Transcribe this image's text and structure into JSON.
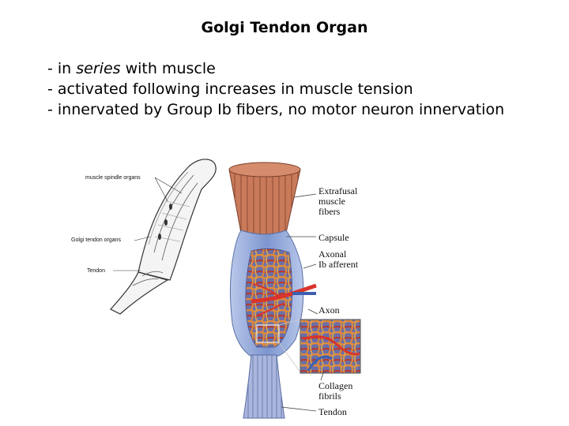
{
  "slide": {
    "title": "Golgi Tendon Organ",
    "bullet1": {
      "prefix": "- in ",
      "italic": "series",
      "suffix": " with muscle"
    },
    "bullet2": "- activated following increases in muscle tension",
    "bullet3": "- innervated by Group Ib fibers, no motor neuron innervation"
  },
  "left_figure": {
    "muscle_spindle": "muscle spindle organs",
    "golgi_tendon": "Golgi tendon organs",
    "tendon": "Tendon"
  },
  "right_figure": {
    "extrafusal": [
      "Extrafusal",
      "muscle",
      "fibers"
    ],
    "capsule": "Capsule",
    "axonal": [
      "Axonal",
      "Ib afferent"
    ],
    "axon": "Axon",
    "collagen": [
      "Collagen",
      "fibrils"
    ],
    "tendon": "Tendon"
  },
  "colors": {
    "muscle": "#c97a5a",
    "capsule": "#8ea6d6",
    "tendon": "#aab6dc",
    "axon_red": "#d9342b",
    "collagen_orange": "#e08a3a"
  }
}
